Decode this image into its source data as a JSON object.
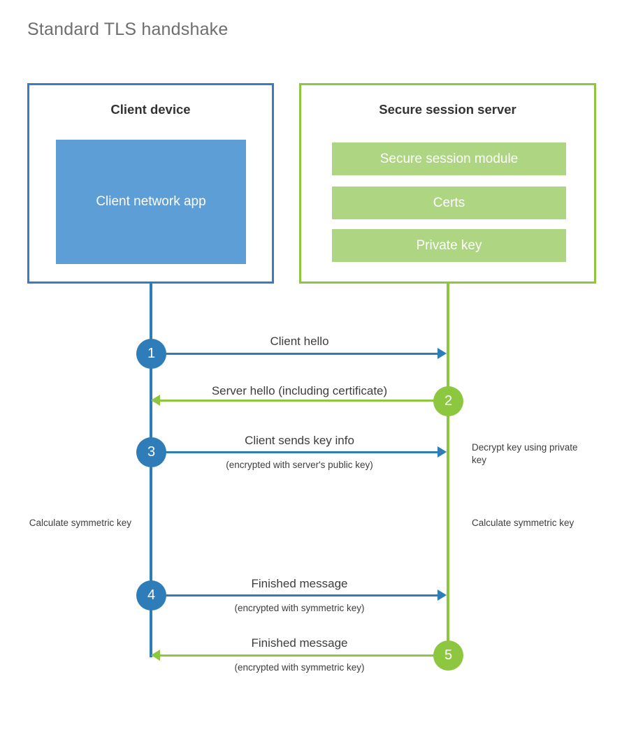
{
  "title": "Standard TLS handshake",
  "colors": {
    "client_accent": "#2e7cb8",
    "client_border": "#3a7cbe",
    "client_app_fill": "#5d9ed6",
    "server_accent": "#8dc63f",
    "server_block_fill": "#aed581",
    "title_text": "#6e6e6e",
    "body_text": "#3d3d3d",
    "heading_text": "#333333"
  },
  "client": {
    "title": "Client device",
    "app_label": "Client network app"
  },
  "server": {
    "title": "Secure session server",
    "blocks": [
      {
        "label": "Secure session module"
      },
      {
        "label": "Certs"
      },
      {
        "label": "Private key"
      }
    ]
  },
  "steps": [
    {
      "number": "1",
      "label": "Client hello",
      "sublabel": "",
      "direction": "client-to-server",
      "color": "blue"
    },
    {
      "number": "2",
      "label": "Server hello (including certificate)",
      "sublabel": "",
      "direction": "server-to-client",
      "color": "green"
    },
    {
      "number": "3",
      "label": "Client sends key info",
      "sublabel": "(encrypted with server's public key)",
      "direction": "client-to-server",
      "color": "blue"
    },
    {
      "number": "4",
      "label": "Finished message",
      "sublabel": "(encrypted with symmetric key)",
      "direction": "client-to-server",
      "color": "blue"
    },
    {
      "number": "5",
      "label": "Finished message",
      "sublabel": "(encrypted with symmetric key)",
      "direction": "server-to-client",
      "color": "green"
    }
  ],
  "notes": {
    "decrypt_key": "Decrypt key using private key",
    "client_calculate": "Calculate symmetric key",
    "server_calculate": "Calculate symmetric key"
  }
}
